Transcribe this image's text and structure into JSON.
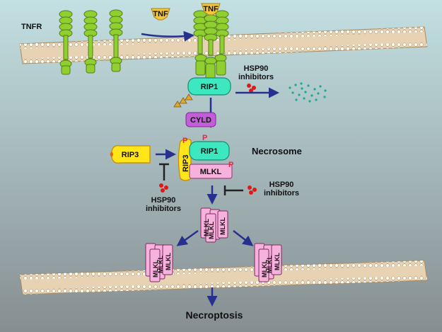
{
  "labels": {
    "tnfr": "TNFR",
    "tnf_1": "TNF",
    "tnf_2": "TNF",
    "rip1_top": "RIP1",
    "hsp90_top_line1": "HSP90",
    "hsp90_top_line2": "inhibitors",
    "cyld": "CYLD",
    "rip3_free": "RIP3",
    "rip3_complex": "RIP3",
    "rip1_complex": "RIP1",
    "mlkl_complex": "MLKL",
    "p_mark": "P",
    "necrosome": "Necrosome",
    "hsp90_left_line1": "HSP90",
    "hsp90_left_line2": "inhibitors",
    "hsp90_right_line1": "HSP90",
    "hsp90_right_line2": "inhibitors",
    "mlkl_stack": "MLKL",
    "necroptosis": "Necroptosis"
  },
  "colors": {
    "bg_top": "#c3e0e2",
    "bg_bottom": "#868e91",
    "membrane": "#e7d3b4",
    "membrane_bead": "#ffffff",
    "receptor": "#8fd030",
    "receptor_dark": "#557d18",
    "rip1": "#3de8c0",
    "cyld": "#c25ed8",
    "rip3": "#ffe51a",
    "mlkl": "#f6b1dc",
    "phospho": "#f06070",
    "arrow": "#28308f",
    "inhibitor": "#e01818",
    "scatter": "#1aa89a",
    "ubiquitin": "#e2a82a"
  }
}
